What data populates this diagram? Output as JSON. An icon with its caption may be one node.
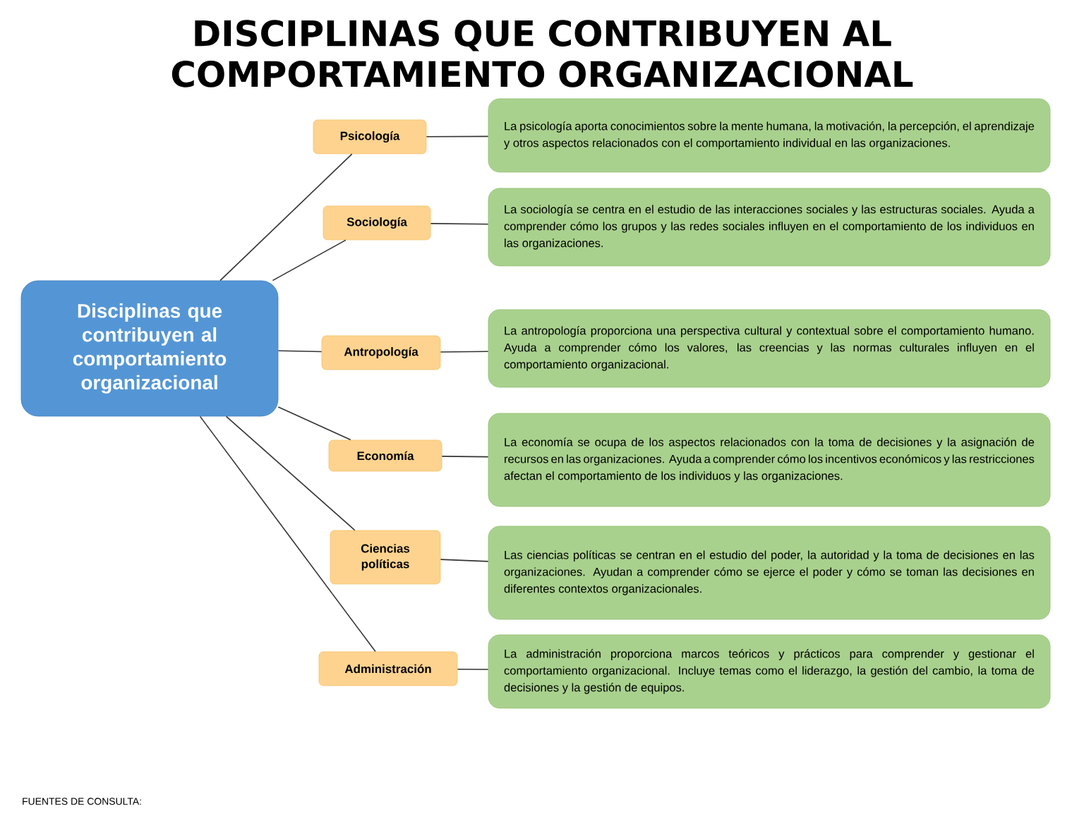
{
  "diagram": {
    "title": "DISCIPLINAS QUE CONTRIBUYEN AL COMPORTAMIENTO ORGANIZACIONAL",
    "nodes": [
      {
        "text": [
          "Disciplinas que contribuyen al comportamiento organizacional"
        ]
      },
      {
        "text": [
          "Psicología"
        ]
      },
      {
        "text": [
          "Sociología"
        ]
      },
      {
        "text": [
          "Antropología"
        ]
      },
      {
        "text": [
          "Economía"
        ]
      },
      {
        "text": [
          "Ciencias políticas"
        ]
      },
      {
        "text": [
          "Administración"
        ]
      },
      {
        "text": [
          "La psicología aporta conocimientos sobre la mente humana, la motivación, la percepción, el aprendizaje y otros aspectos relacionados con el comportamiento individual en las organizaciones."
        ]
      },
      {
        "text": [
          "La sociología se centra en el estudio de las interacciones sociales y las estructuras sociales. Ayuda a comprender cómo los grupos y las redes sociales influyen en el comportamiento de los individuos en las organizaciones."
        ]
      },
      {
        "text": [
          "La antropología proporciona una perspectiva cultural y contextual sobre el comportamiento humano. Ayuda a comprender cómo los valores, las creencias y las normas culturales influyen en el comportamiento organizacional."
        ]
      },
      {
        "text": [
          "La economía se ocupa de los aspectos relacionados con la toma de decisiones y la asignación de recursos en las organizaciones. Ayuda a comprender cómo los incentivos económicos y las restricciones afectan el comportamiento de los individuos y las organizaciones."
        ]
      },
      {
        "text": [
          "Las ciencias políticas se centran en el estudio del poder, la autoridad y la toma de decisiones en las organizaciones. Ayudan a comprender cómo se ejerce el poder y cómo se toman las decisiones en diferentes contextos organizacionales."
        ]
      },
      {
        "text": [
          "La administración proporciona marcos teóricos y prácticos para comprender y gestionar el comportamiento organizacional. Incluye temas como el liderazgo, la gestión del cambio, la toma de decisiones y la gestión de equipos."
        ]
      }
    ],
    "edges": [
      {
        "from": 0,
        "to": 1,
        "arrow": "none"
      },
      {
        "from": 0,
        "to": 2,
        "arrow": "none"
      },
      {
        "from": 0,
        "to": 3,
        "arrow": "none"
      },
      {
        "from": 0,
        "to": 4,
        "arrow": "none"
      },
      {
        "from": 0,
        "to": 5,
        "arrow": "none"
      },
      {
        "from": 0,
        "to": 6,
        "arrow": "none"
      },
      {
        "from": 1,
        "to": 7,
        "arrow": "none"
      },
      {
        "from": 2,
        "to": 8,
        "arrow": "none"
      },
      {
        "from": 3,
        "to": 9,
        "arrow": "none"
      },
      {
        "from": 4,
        "to": 10,
        "arrow": "none"
      },
      {
        "from": 5,
        "to": 11,
        "arrow": "none"
      },
      {
        "from": 6,
        "to": 12,
        "arrow": "none"
      }
    ],
    "labels": [
      "FUENTES DE CONSULTA:"
    ]
  }
}
